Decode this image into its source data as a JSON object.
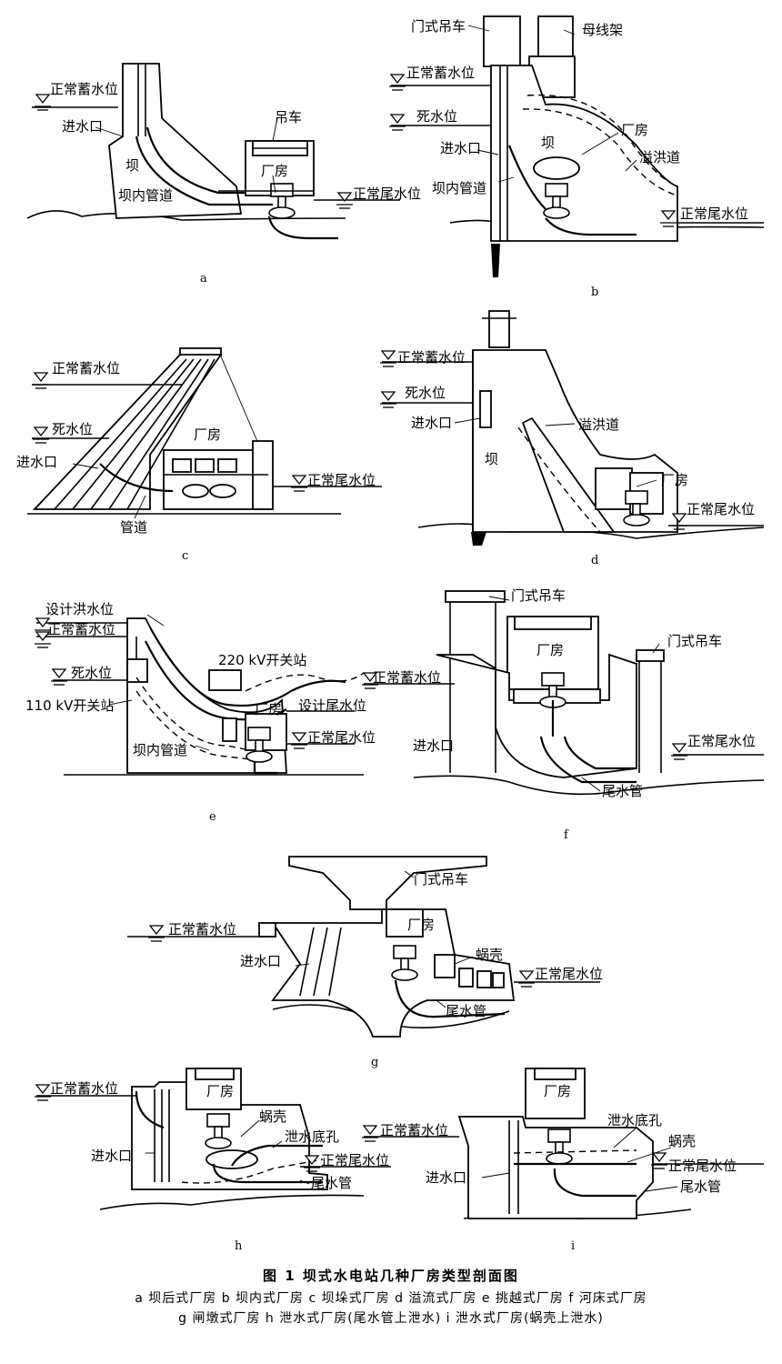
{
  "panels": {
    "a": {
      "letter": "a",
      "labels": {
        "normal_storage": "正常蓄水位",
        "intake": "进水口",
        "dam": "坝",
        "pipe": "坝内管道",
        "crane": "吊车",
        "house": "厂房",
        "tail": "正常尾水位"
      }
    },
    "b": {
      "letter": "b",
      "labels": {
        "gantry": "门式吊车",
        "busbar": "母线架",
        "normal_storage": "正常蓄水位",
        "dead": "死水位",
        "intake": "进水口",
        "dam": "坝",
        "pipe": "坝内管道",
        "house": "厂房",
        "spillway": "溢洪道",
        "tail": "正常尾水位"
      }
    },
    "c": {
      "letter": "c",
      "labels": {
        "normal_storage": "正常蓄水位",
        "dead": "死水位",
        "intake": "进水口",
        "house": "厂房",
        "tail": "正常尾水位",
        "pipe": "管道"
      }
    },
    "d": {
      "letter": "d",
      "labels": {
        "normal_storage": "正常蓄水位",
        "dead": "死水位",
        "intake": "进水口",
        "dam": "坝",
        "spillway": "溢洪道",
        "house": "厂房",
        "tail": "正常尾水位"
      }
    },
    "e": {
      "letter": "e",
      "labels": {
        "flood": "设计洪水位",
        "normal_storage": "正常蓄水位",
        "dead": "死水位",
        "sw220": "220 kV开关站",
        "sw110": "110 kV开关站",
        "design_tail": "设计尾水位",
        "house": "厂房",
        "tail": "正常尾水位",
        "pipe": "坝内管道"
      }
    },
    "f": {
      "letter": "f",
      "labels": {
        "gantry1": "门式吊车",
        "gantry2": "门式吊车",
        "house": "厂房",
        "normal_storage": "正常蓄水位",
        "intake": "进水口",
        "tail": "正常尾水位",
        "draft": "尾水管"
      }
    },
    "g": {
      "letter": "g",
      "labels": {
        "gantry": "门式吊车",
        "normal_storage": "正常蓄水位",
        "house": "厂房",
        "intake": "进水口",
        "spiral": "蜗壳",
        "tail": "正常尾水位",
        "draft": "尾水管"
      }
    },
    "h": {
      "letter": "h",
      "labels": {
        "normal_storage": "正常蓄水位",
        "house": "厂房",
        "spiral": "蜗壳",
        "intake": "进水口",
        "bottom_outlet": "泄水底孔",
        "tail": "正常尾水位",
        "draft": "尾水管"
      }
    },
    "i": {
      "letter": "i",
      "labels": {
        "house": "厂房",
        "normal_storage": "正常蓄水位",
        "bottom_outlet": "泄水底孔",
        "spiral": "蜗壳",
        "intake": "进水口",
        "tail": "正常尾水位",
        "draft": "尾水管"
      }
    }
  },
  "caption": {
    "title": "图 1   坝式水电站几种厂房类型剖面图",
    "line1": "a 坝后式厂房  b 坝内式厂房  c 坝垛式厂房  d 溢流式厂房  e 挑越式厂房  f 河床式厂房",
    "line2": "g 闸墩式厂房  h 泄水式厂房(尾水管上泄水)  i 泄水式厂房(蜗壳上泄水)"
  }
}
